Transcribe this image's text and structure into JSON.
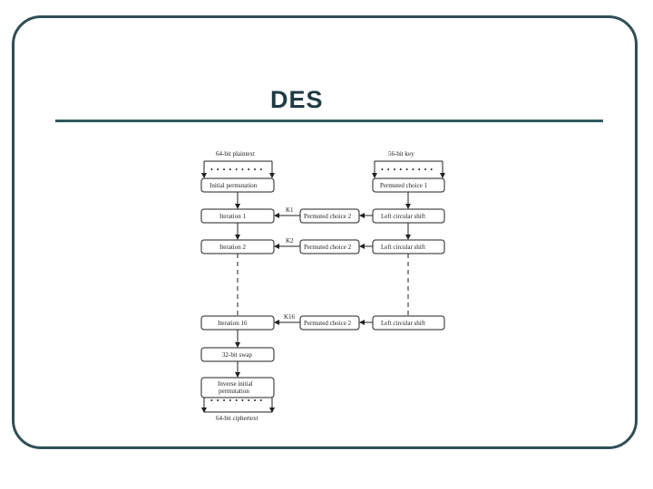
{
  "slide": {
    "title": "DES"
  },
  "diagram": {
    "plaintext_label": "64-bit plaintext",
    "key_label": "56-bit key",
    "ciphertext_label": "64-bit ciphertext",
    "ip_label": "Initial permutation",
    "iter1_label": "Iteration 1",
    "iter2_label": "Iteration 2",
    "iter16_label": "Iteration 16",
    "swap_label": "32-bit swap",
    "inv_ip_label_1": "Inverse initial",
    "inv_ip_label_2": "permutation",
    "pc1_label": "Permuted choice 1",
    "pc2_label_1": "Permuted choice 2",
    "pc2_label_2": "Permuted choice 2",
    "pc2_label_16": "Permuted choice 2",
    "lcs_label_1": "Left circular shift",
    "lcs_label_2": "Left circular shift",
    "lcs_label_16": "Left circular shift",
    "k1_label": "K1",
    "k2_label": "K2",
    "k16_label": "K16",
    "dots": "• • • • • • • • •"
  }
}
